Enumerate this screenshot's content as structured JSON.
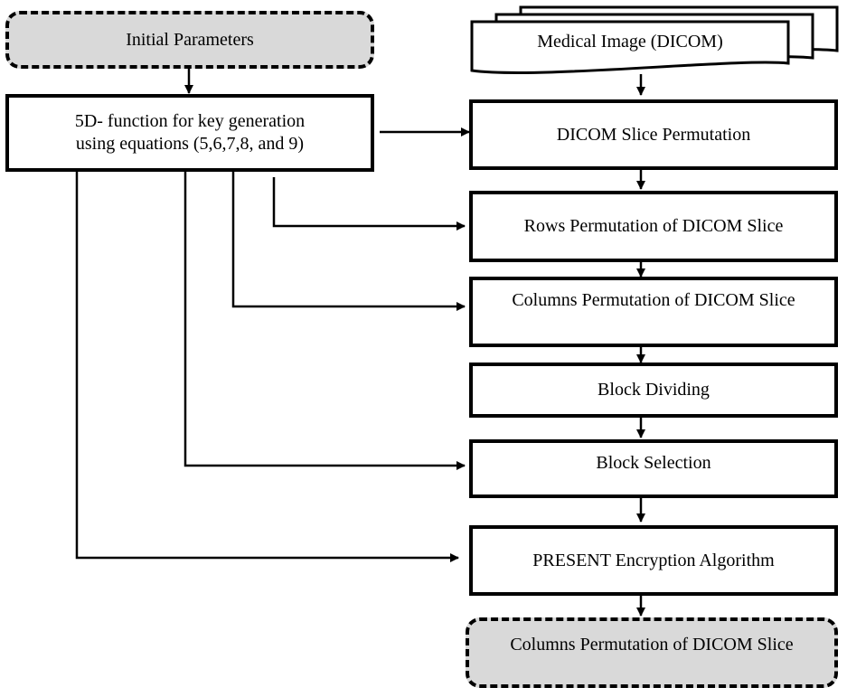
{
  "nodes": {
    "initial_parameters": "Initial Parameters",
    "key_generation": "5D- function for key generation\nusing equations (5,6,7,8, and 9)",
    "medical_image": "Medical Image (DICOM)",
    "slice_permutation": "DICOM Slice Permutation",
    "rows_permutation": "Rows Permutation of DICOM Slice",
    "columns_permutation": "Columns Permutation of DICOM Slice",
    "block_dividing": "Block Dividing",
    "block_selection": "Block Selection",
    "present_encryption": "PRESENT Encryption Algorithm",
    "output": "Columns Permutation of DICOM Slice"
  },
  "colors": {
    "stroke": "#000000",
    "terminal_fill": "#d9d9d9",
    "process_fill": "#ffffff"
  }
}
